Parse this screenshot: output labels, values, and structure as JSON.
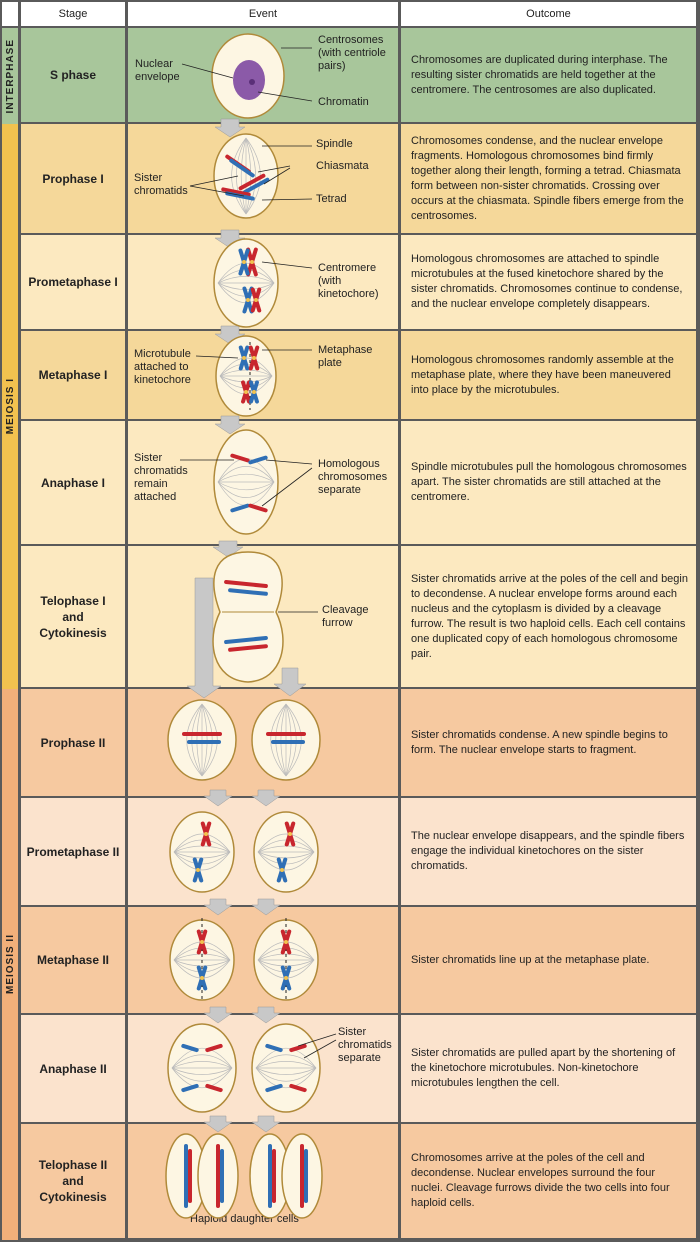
{
  "headers": {
    "stage": "Stage",
    "event": "Event",
    "outcome": "Outcome"
  },
  "sections": {
    "interphase": "INTERPHASE",
    "meiosis1": "MEIOSIS I",
    "meiosis2": "MEIOSIS II"
  },
  "colors": {
    "interphase": "#a8c69b",
    "meiosis1_dark": "#f5d89a",
    "meiosis1_light": "#fce9c0",
    "meiosis2_dark": "#f6c9a0",
    "meiosis2_light": "#fbe3cd",
    "side1": "#f2c24f",
    "side2": "#f2b07a",
    "chromRed": "#c8262e",
    "chromBlue": "#2f6fb5",
    "arrow": "#c8c8c8"
  },
  "rows": [
    {
      "stage": "S phase",
      "outcome": "Chromosomes are duplicated during interphase. The resulting sister chromatids are held together at the centromere. The centrosomes are also duplicated.",
      "labels": [
        "Nuclear\nenvelope",
        "Centrosomes\n(with centriole\npairs)",
        "Chromatin"
      ]
    },
    {
      "stage": "Prophase I",
      "outcome": "Chromosomes condense, and the nuclear envelope fragments. Homologous chromosomes bind firmly together along their length, forming a tetrad. Chiasmata form between non-sister chromatids. Crossing over occurs at the chiasmata. Spindle fibers emerge from the centrosomes.",
      "labels": [
        "Sister\nchromatids",
        "Spindle",
        "Chiasmata",
        "Tetrad"
      ]
    },
    {
      "stage": "Prometaphase I",
      "outcome": "Homologous chromosomes are attached to spindle microtubules at the fused kinetochore shared by the sister chromatids. Chromosomes continue to condense, and the nuclear envelope completely disappears.",
      "labels": [
        "Centromere\n(with\nkinetochore)"
      ]
    },
    {
      "stage": "Metaphase I",
      "outcome": "Homologous chromosomes randomly assemble at the metaphase plate, where they have been maneuvered into place by the microtubules.",
      "labels": [
        "Microtubule\nattached to\nkinetochore",
        "Metaphase\nplate"
      ]
    },
    {
      "stage": "Anaphase I",
      "outcome": "Spindle microtubules pull the homologous chromosomes apart. The sister chromatids are still attached at the centromere.",
      "labels": [
        "Sister\nchromatids\nremain\nattached",
        "Homologous\nchromosomes\nseparate"
      ]
    },
    {
      "stage": "Telophase I\nand\nCytokinesis",
      "outcome": "Sister chromatids arrive at the poles of the cell and begin to decondense. A nuclear envelope forms around each nucleus and the cytoplasm is divided by a cleavage furrow. The result is two haploid cells. Each cell contains one duplicated copy of each homologous chromosome pair.",
      "labels": [
        "Cleavage\nfurrow"
      ]
    },
    {
      "stage": "Prophase II",
      "outcome": "Sister chromatids condense. A new spindle begins to form. The nuclear envelope starts to fragment.",
      "labels": []
    },
    {
      "stage": "Prometaphase II",
      "outcome": "The nuclear envelope disappears, and the spindle fibers engage the individual kinetochores on the sister chromatids.",
      "labels": []
    },
    {
      "stage": "Metaphase II",
      "outcome": "Sister chromatids line up at the metaphase plate.",
      "labels": []
    },
    {
      "stage": "Anaphase II",
      "outcome": "Sister chromatids are pulled apart by the shortening of  the kinetochore microtubules. Non-kinetochore microtubules lengthen the cell.",
      "labels": [
        "Sister\nchromatids\nseparate"
      ]
    },
    {
      "stage": "Telophase II\nand\nCytokinesis",
      "outcome": "Chromosomes arrive at the poles of the cell and decondense. Nuclear envelopes surround the four nuclei. Cleavage furrows divide the two cells into four haploid cells.",
      "labels": [
        "Haploid daughter cells"
      ]
    }
  ]
}
